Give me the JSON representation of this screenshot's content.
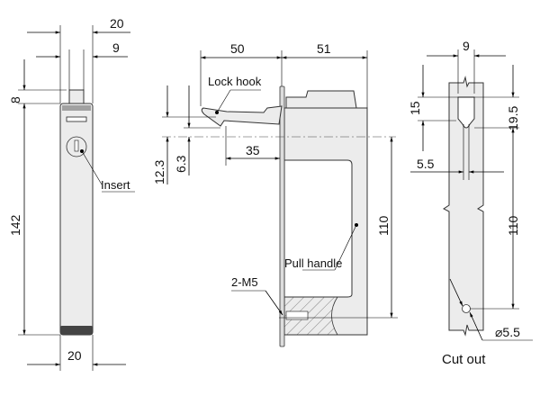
{
  "side_view": {
    "dim_top_width": "20",
    "dim_tab_width": "9",
    "dim_tab_height": "8",
    "dim_height": "142",
    "dim_bottom_width": "20",
    "insert_label": "Insert"
  },
  "front_view": {
    "dim_hook_length": "50",
    "dim_body_depth": "51",
    "dim_hook_offset": "35",
    "dim_hook_height_outer": "12.3",
    "dim_hook_height_inner": "6.3",
    "dim_hole_spacing": "110",
    "lock_hook_label": "Lock hook",
    "pull_handle_label": "Pull handle",
    "screw_label": "2-M5"
  },
  "cutout_view": {
    "dim_slot_width": "9",
    "dim_slot_height": "15",
    "dim_slot_to_hole": "19.5",
    "dim_narrow_width": "5.5",
    "dim_hole_spacing": "110",
    "dim_hole_diameter": "⌀5.5",
    "title": "Cut out"
  }
}
